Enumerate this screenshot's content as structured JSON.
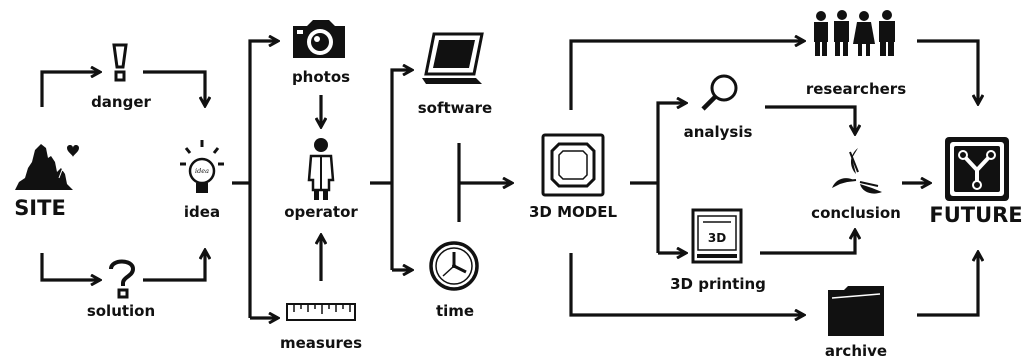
{
  "colors": {
    "ink": "#111111",
    "paper": "#ffffff"
  },
  "labels": {
    "site": "SITE",
    "danger": "danger",
    "solution": "solution",
    "idea": "idea",
    "idea_bulb_text": "idea",
    "photos": "photos",
    "operator": "operator",
    "measures": "measures",
    "software": "software",
    "time": "time",
    "model": "3D MODEL",
    "analysis": "analysis",
    "printing": "3D printing",
    "printer_badge": "3D",
    "researchers": "researchers",
    "conclusion": "conclusion",
    "archive": "archive",
    "future": "FUTURE"
  },
  "icons": {
    "site": "landscape-icon",
    "danger": "exclamation-icon",
    "solution": "question-icon",
    "idea": "lightbulb-icon",
    "photos": "camera-icon",
    "operator": "operator-icon",
    "measures": "ruler-icon",
    "software": "laptop-icon",
    "time": "clock-icon",
    "model": "model-frame-icon",
    "analysis": "magnifier-icon",
    "printing": "3d-printer-icon",
    "researchers": "people-icon",
    "conclusion": "converging-arrows-icon",
    "archive": "folder-icon",
    "future": "flux-capacitor-icon"
  }
}
